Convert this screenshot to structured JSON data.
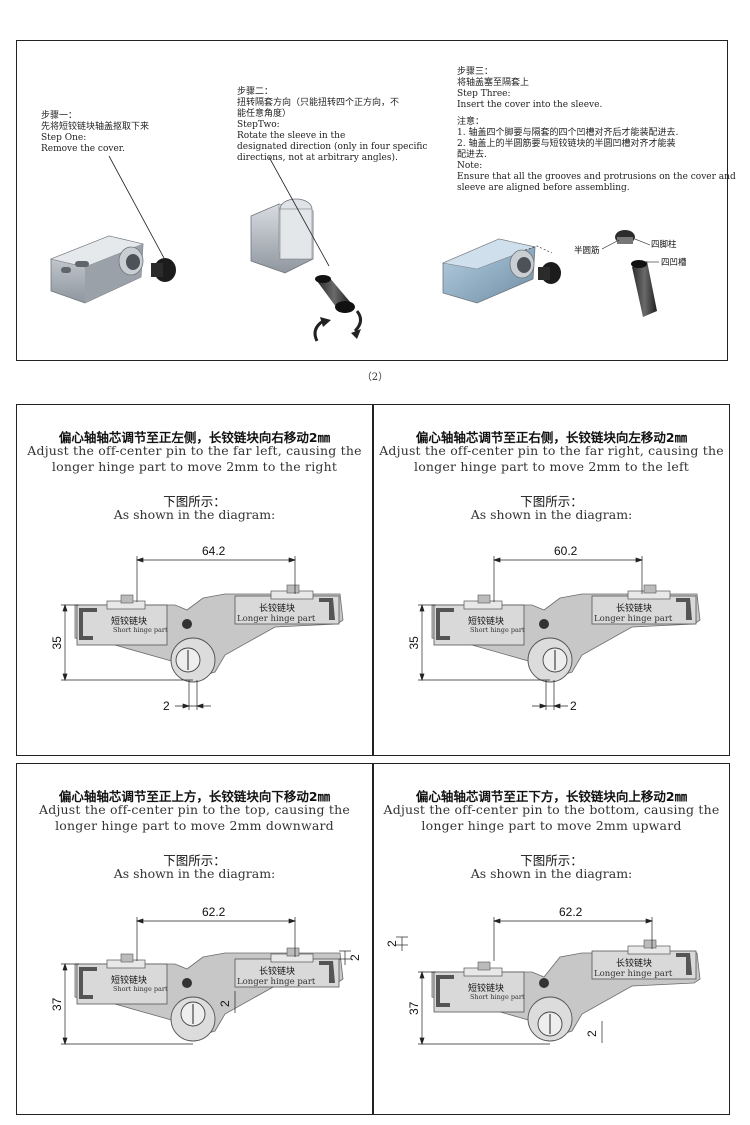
{
  "top": {
    "step1": {
      "cn_title": "步骤一：",
      "cn_text": "先将短铰链块轴盖抠取下来",
      "en_title": "Step One:",
      "en_text": "Remove the cover."
    },
    "step2": {
      "cn_title": "步骤二：",
      "cn_text_1": "扭转隔套方向（只能扭转四个正方向，不",
      "cn_text_2": "能任意角度）",
      "en_title": "StepTwo:",
      "en_text_1": "Rotate the sleeve in the",
      "en_text_2": "designated direction (only in four specific",
      "en_text_3": "directions, not at arbitrary angles)."
    },
    "step3": {
      "cn_title": "步骤三：",
      "cn_text": "将轴盖塞至隔套上",
      "en_title": "Step Three:",
      "en_text": "Insert the cover into the sleeve."
    },
    "note": {
      "cn_title": "注意：",
      "cn_1": "1. 轴盖四个脚要与隔套的四个凹槽对齐后才能装配进去.",
      "cn_2a": "2. 轴盖上的半圆筋要与短铰链块的半圆凹槽对齐才能装",
      "cn_2b": "配进去.",
      "en_title": "Note:",
      "en_1": "Ensure that all the grooves and protrusions on the cover and",
      "en_2": "sleeve are aligned before assembling."
    },
    "callouts": {
      "half_rib": "半圆筋",
      "four_pin": "四脚柱",
      "four_groove": "四凹槽"
    },
    "caption": "（2）"
  },
  "labels": {
    "short_cn": "短铰链块",
    "short_en": "Short hinge part",
    "long_cn": "长铰链块",
    "long_en": "Longer hinge part",
    "shown_cn": "下图所示：",
    "shown_en": "As shown in the diagram:"
  },
  "panels": [
    {
      "title": "偏心轴轴芯调节至正左侧，长铰链块向右移动2㎜",
      "en_1": "Adjust the off-center pin to the far left, causing the",
      "en_2": "longer hinge part to move 2mm to the right",
      "dim_width": "64.2",
      "dim_height": "35",
      "dim_offset": "2"
    },
    {
      "title": "偏心轴轴芯调节至正右侧，长铰链块向左移动2㎜",
      "en_1": "Adjust the off-center pin to the far right, causing the",
      "en_2": "longer hinge part to move 2mm to the left",
      "dim_width": "60.2",
      "dim_height": "35",
      "dim_offset": "2"
    },
    {
      "title": "偏心轴轴芯调节至正上方，长铰链块向下移动2㎜",
      "en_1": "Adjust the off-center pin to the top, causing the",
      "en_2": "longer hinge part to move 2mm downward",
      "dim_width": "62.2",
      "dim_height": "37",
      "dim_offset": "2",
      "dim_offset_b": "2"
    },
    {
      "title": "偏心轴轴芯调节至正下方，长铰链块向上移动2㎜",
      "en_1": "Adjust the off-center pin to the bottom, causing the",
      "en_2": "longer hinge part to move 2mm upward",
      "dim_width": "62.2",
      "dim_height": "37",
      "dim_offset": "2",
      "dim_offset_b": "2"
    }
  ]
}
